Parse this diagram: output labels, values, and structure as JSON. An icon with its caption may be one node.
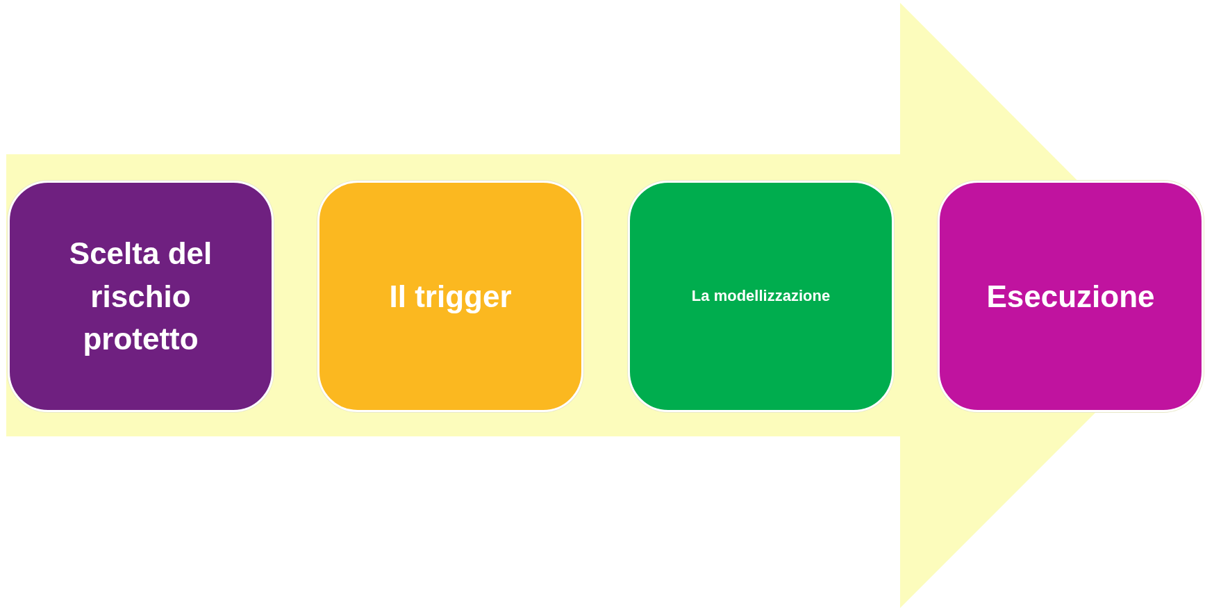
{
  "diagram": {
    "nodes": [
      {
        "text": [
          "Scelta del rischio protetto"
        ]
      },
      {
        "text": [
          "Il trigger"
        ]
      },
      {
        "text": [
          "La modellizzazione"
        ]
      },
      {
        "text": [
          "Esecuzione"
        ]
      }
    ],
    "edges": [
      {
        "from": 0,
        "to": 3,
        "arrow": "to",
        "style": "thick"
      }
    ]
  }
}
